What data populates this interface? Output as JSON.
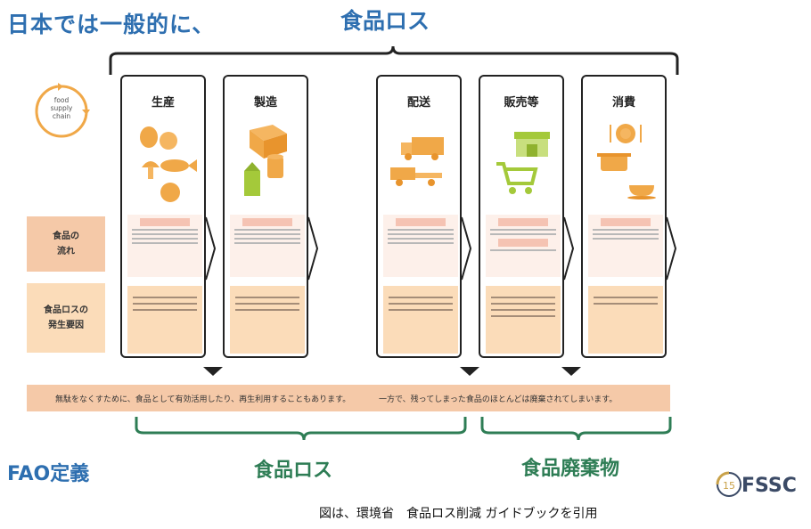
{
  "header": {
    "intro": "日本では一般的に、",
    "food_loss": "食品ロス"
  },
  "cycle_icon": {
    "label_lines": [
      "food",
      "supply",
      "chain"
    ]
  },
  "rows": [
    {
      "label_lines": [
        "食品の",
        "流れ"
      ]
    },
    {
      "label_lines": [
        "食品ロスの",
        "発生要因"
      ]
    }
  ],
  "stages": [
    {
      "title": "生産"
    },
    {
      "title": "製造"
    },
    {
      "title": "配送"
    },
    {
      "title": "販売等"
    },
    {
      "title": "消費"
    }
  ],
  "band": {
    "left": "無駄をなくすために、食品として有効活用したり、再生利用することもあります。",
    "right": "一方で、残ってしまった食品のほとんどは廃棄されてしまいます。"
  },
  "fao": {
    "label": "FAO定義",
    "loss": "食品ロス",
    "waste": "食品廃棄物"
  },
  "footer": {
    "caption": "図は、環境省　食品ロス削減 ガイドブックを引用",
    "logo": "FSSC",
    "logo_mark": "15"
  },
  "colors": {
    "blue": "#2e6fb0",
    "green": "#2e7d55",
    "peach": "#f5c9a8",
    "orange": "#f0a848",
    "lime": "#a4c93a"
  }
}
